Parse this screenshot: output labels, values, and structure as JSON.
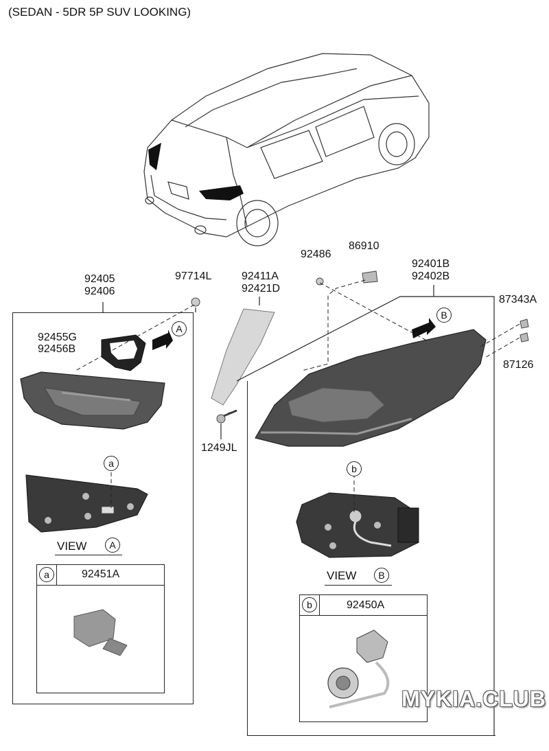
{
  "header": {
    "title": "(SEDAN - 5DR 5P SUV LOOKING)"
  },
  "parts": {
    "p92405": "92405",
    "p92406": "92406",
    "p97714L": "97714L",
    "p92411A": "92411A",
    "p92421D": "92421D",
    "p92486": "92486",
    "p86910": "86910",
    "p92401B": "92401B",
    "p92402B": "92402B",
    "p87343A": "87343A",
    "p87126": "87126",
    "p92455G": "92455G",
    "p92456B": "92456B",
    "p1249JL": "1249JL",
    "p92451A": "92451A",
    "p92450A": "92450A"
  },
  "callouts": {
    "A": "A",
    "B": "B",
    "a": "a",
    "b": "b"
  },
  "views": {
    "viewA": "VIEW",
    "viewB": "VIEW"
  },
  "watermark": "MYKIA.CLUB"
}
